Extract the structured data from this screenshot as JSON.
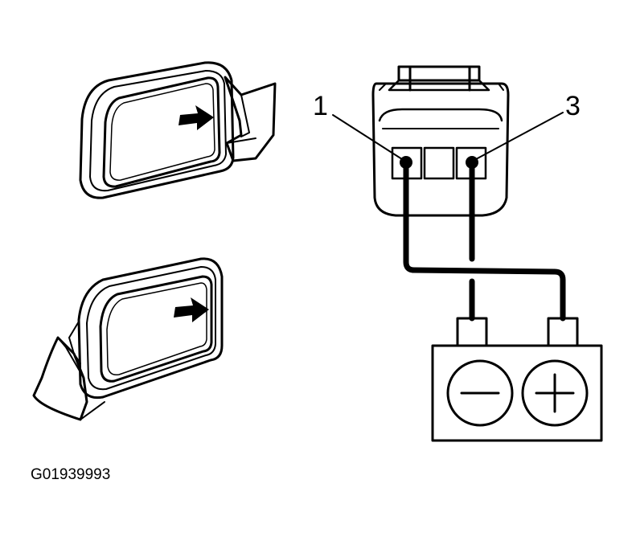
{
  "diagram": {
    "pin_labels": [
      "1",
      "3"
    ],
    "figure_code": "G01939993",
    "colors": {
      "ink": "#000000",
      "paper": "#ffffff"
    },
    "battery": {
      "terminals": [
        "negative",
        "positive"
      ]
    }
  }
}
